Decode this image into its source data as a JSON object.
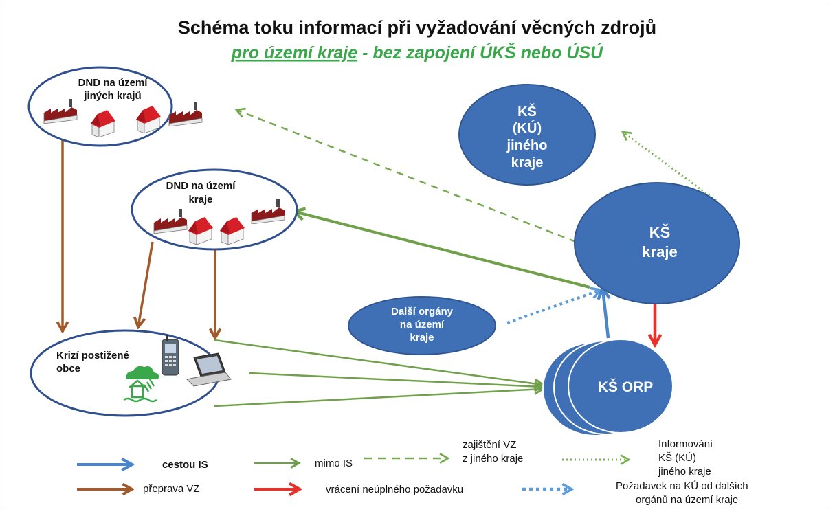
{
  "title": "Schéma toku informací při vyžadování věcných zdrojů",
  "subtitle": {
    "underlined": "pro území kraje",
    "rest": " - bez zapojení ÚKŠ nebo ÚSÚ"
  },
  "colors": {
    "title": "#111111",
    "subtitle_green": "#3aa74a",
    "node_blue": "#3f70b5",
    "node_stroke": "#2f5592",
    "white_node_stroke": "#2f4f8e",
    "green": "#70a04a",
    "brown": "#a05a2c",
    "blue_arrow": "#4a86c8",
    "red": "#e8312a",
    "green_dashed": "#76a850",
    "green_dotted": "#78b050",
    "blue_dotted": "#5c9bd8",
    "house_roof": "#d62027",
    "factory_roof": "#8b1a1a"
  },
  "nodes": {
    "dnd_other": [
      "DND na území",
      "jiných krajů"
    ],
    "dnd_region": [
      "DND na území",
      "kraje"
    ],
    "affected": [
      "Krizí postižené",
      "obce"
    ],
    "ks_other": [
      "KŠ",
      "(KÚ)",
      "jiného",
      "kraje"
    ],
    "ks_region": [
      "KŠ",
      "kraje"
    ],
    "other_bodies": [
      "Další orgány",
      "na území",
      "kraje"
    ],
    "ks_orp": "KŠ ORP"
  },
  "icons": [
    "factory-icon",
    "house-icon",
    "mobile-phone-icon",
    "laptop-icon",
    "flood-icon"
  ],
  "legend": {
    "via_is": "cestou IS",
    "outside_is": "mimo IS",
    "securing_vz": [
      "zajištění  VZ",
      "z jiného kraje"
    ],
    "informing": [
      "Informování",
      "KŠ (KÚ)",
      "jiného kraje"
    ],
    "transport": "přeprava VZ",
    "return_incomplete": "vrácení neúplného požadavku",
    "request": [
      "Požadavek  na KÚ od  dalších",
      "orgánů na území kraje"
    ]
  }
}
